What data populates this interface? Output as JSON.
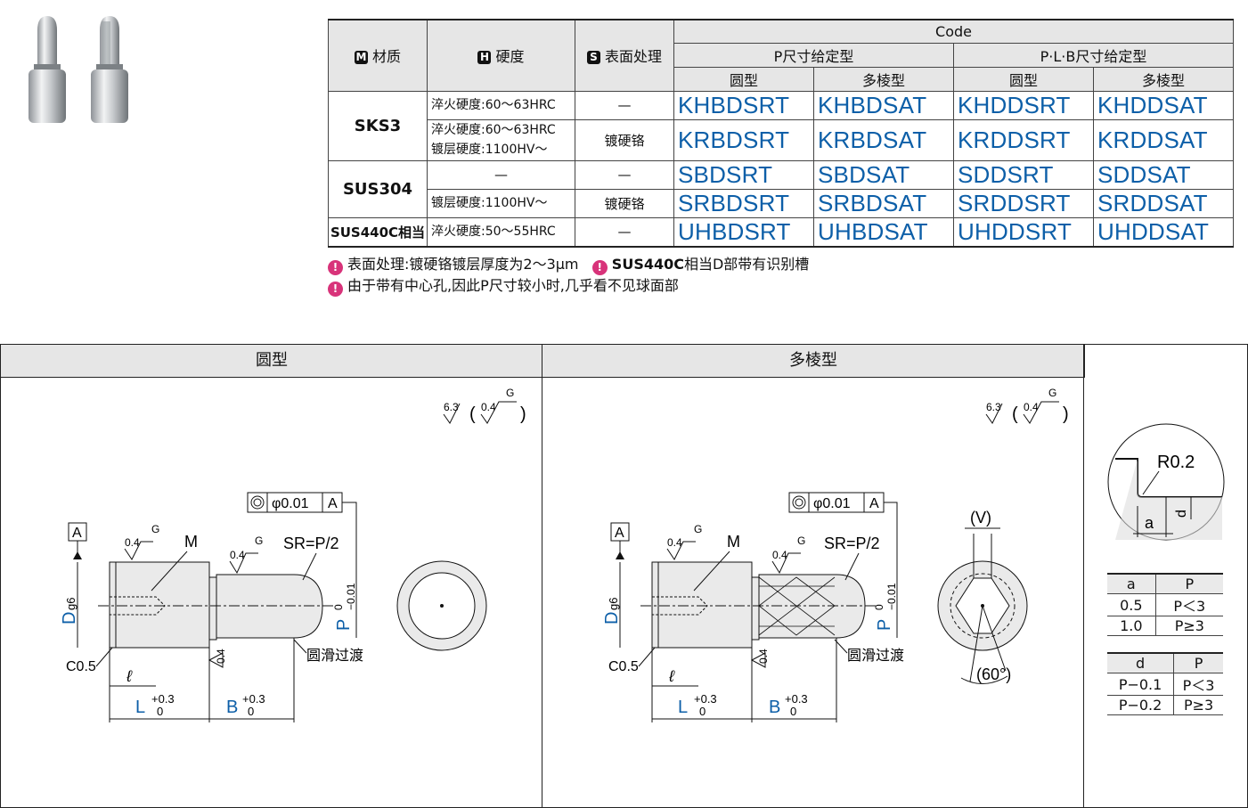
{
  "table": {
    "material_label": "材质",
    "material_badge": "M",
    "hardness_label": "硬度",
    "hardness_badge": "H",
    "surface_label": "表面处理",
    "surface_badge": "S",
    "code_label": "Code",
    "p_type_label": "P尺寸给定型",
    "plb_type_label": "P·L·B尺寸给定型",
    "round_label": "圆型",
    "poly_label": "多棱型",
    "round_label2": "圆型",
    "poly_label2": "多棱型",
    "rows": [
      {
        "material": "SKS3",
        "hardness": "淬火硬度:60～63HRC",
        "surface": "—",
        "codes": [
          "KHBDSRT",
          "KHBDSAT",
          "KHDDSRT",
          "KHDDSAT"
        ]
      },
      {
        "hardness_l1": "淬火硬度:60～63HRC",
        "hardness_l2": "镀层硬度:1100HV～",
        "surface": "镀硬铬",
        "codes": [
          "KRBDSRT",
          "KRBDSAT",
          "KRDDSRT",
          "KRDDSAT"
        ]
      },
      {
        "material": "SUS304",
        "hardness": "—",
        "surface": "—",
        "codes": [
          "SBDSRT",
          "SBDSAT",
          "SDDSRT",
          "SDDSAT"
        ]
      },
      {
        "hardness": "镀层硬度:1100HV～",
        "surface": "镀硬铬",
        "codes": [
          "SRBDSRT",
          "SRBDSAT",
          "SRDDSRT",
          "SRDDSAT"
        ]
      },
      {
        "material": "SUS440C相当",
        "hardness": "淬火硬度:50～55HRC",
        "surface": "—",
        "codes": [
          "UHBDSRT",
          "UHBDSAT",
          "UHDDSRT",
          "UHDDSAT"
        ]
      }
    ]
  },
  "notes": {
    "n1": "表面处理:镀硬铬镀层厚度为2～3μm",
    "n2_bold": "SUS440C",
    "n2_rest": "相当D部带有识别槽",
    "n3": "由于带有中心孔,因此P尺寸较小时,几乎看不见球面部",
    "icon": "!"
  },
  "panels": {
    "round_title": "圆型",
    "poly_title": "多棱型"
  },
  "drawing": {
    "rough_main": "6.3",
    "rough_alt": "0.4",
    "rough_g": "G",
    "flatness": "φ0.01",
    "datum": "A",
    "m_label": "M",
    "sr_label": "SR=P/2",
    "d_label": "D",
    "d_sub": "g6",
    "p_label": "P",
    "p_tol_upper": "0",
    "p_tol_lower": "−0.01",
    "c_label": "C0.5",
    "l_small": "ℓ",
    "L_label": "L",
    "B_label": "B",
    "tol_plus": "+0.3",
    "tol_zero": "0",
    "smooth_label": "圆滑过渡",
    "v_label": "(V)",
    "angle_label": "(60°)",
    "r_label": "R0.2",
    "a_label": "a",
    "d_detail": "d"
  },
  "table_a": {
    "headers": [
      "a",
      "P"
    ],
    "rows": [
      [
        "0.5",
        "P＜3"
      ],
      [
        "1.0",
        "P≥3"
      ]
    ]
  },
  "table_d": {
    "headers": [
      "d",
      "P"
    ],
    "rows": [
      [
        "P−0.1",
        "P＜3"
      ],
      [
        "P−0.2",
        "P≥3"
      ]
    ]
  },
  "colors": {
    "code_blue": "#0d5fa8",
    "dim_blue": "#0d5fa8",
    "warn": "#d8337a"
  }
}
